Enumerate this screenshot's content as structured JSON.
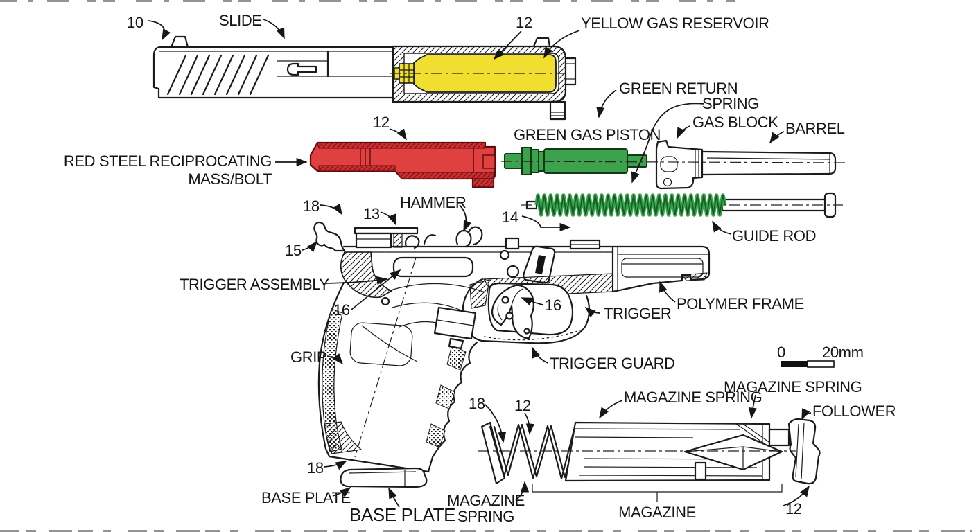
{
  "figure": {
    "type": "patent_exploded_diagram",
    "subject": "Gas-powered pistol — exploded component view",
    "background": "#ffffff",
    "ink": "#1b1b1b",
    "part_colors": {
      "gas_reservoir_yellow": "#f0df2e",
      "reciprocating_mass_red": "#e14040",
      "gas_piston_green": "#3da24d",
      "return_spring_green": "#2f9e44"
    },
    "scale_bar": {
      "start_label": "0",
      "end_label": "20mm"
    },
    "labels": {
      "num10": "10",
      "slide": "SLIDE",
      "num12_reservoir": "12",
      "yellow_gas_reservoir": "YELLOW GAS RESERVOIR",
      "green_return_line1": "GREEN RETURN",
      "green_return_line2": "SPRING",
      "green_gas_piston": "GREEN GAS PISTON",
      "gas_block": "GAS BLOCK",
      "barrel": "BARREL",
      "red_mass_line1": "RED STEEL RECIPROCATING",
      "red_mass_line2": "MASS/BOLT",
      "num12_bolt": "12",
      "num14": "14",
      "guide_rod": "GUIDE ROD",
      "num18_beavertail": "18",
      "num13": "13",
      "hammer": "HAMMER",
      "num15": "15",
      "trigger_assembly": "TRIGGER ASSEMBLY",
      "num16_frame": "16",
      "grip": "GRIP",
      "num16_trigger": "16",
      "trigger": "TRIGGER",
      "polymer_frame": "POLYMER FRAME",
      "trigger_guard": "TRIGGER GUARD",
      "num18_grip": "18",
      "base_plate_small": "BASE PLATE",
      "base_plate_large": "BASE PLATE",
      "num18_magspring": "18",
      "num12_magspring": "12",
      "magazine_spring_top": "MAGAZINE SPRING",
      "magazine_spring_right": "MAGAZINE SPRING",
      "follower": "FOLLOWER",
      "magazine_spring_bottom_line1": "MAGAZINE",
      "magazine_spring_bottom_line2": "SPRING",
      "magazine": "MAGAZINE",
      "num12_follower": "12"
    }
  }
}
